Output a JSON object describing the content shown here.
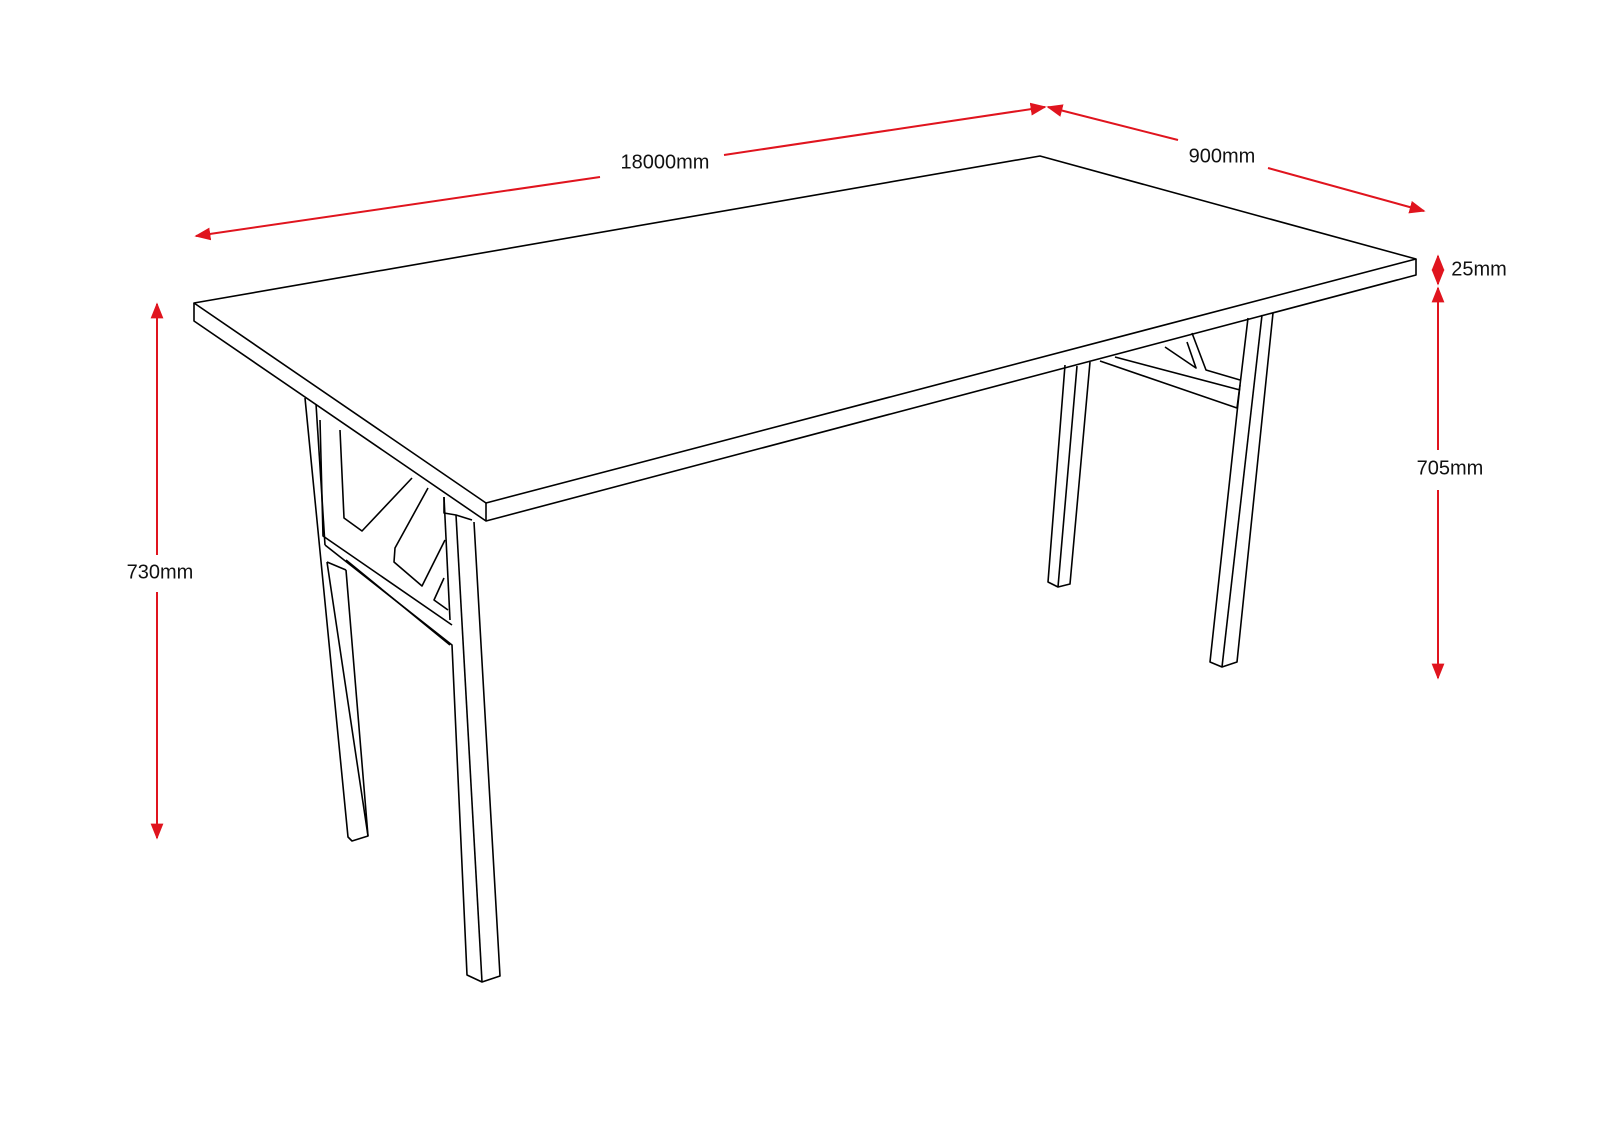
{
  "dimensions": {
    "length": "18000mm",
    "width": "900mm",
    "top_thickness": "25mm",
    "leg_height": "705mm",
    "total_height": "730mm"
  },
  "colors": {
    "dimension_line": "#e0141e",
    "outline": "#000000"
  }
}
